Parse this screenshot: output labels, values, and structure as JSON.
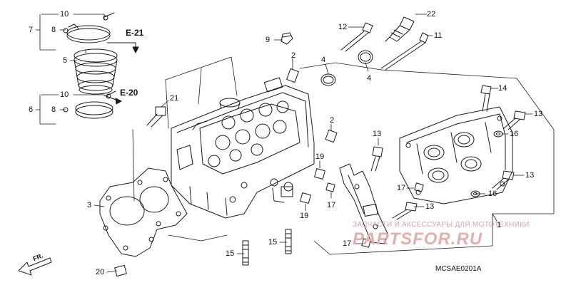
{
  "part_labels": [
    {
      "id": "l10a",
      "text": "10"
    },
    {
      "id": "l7",
      "text": "7"
    },
    {
      "id": "l8a",
      "text": "8"
    },
    {
      "id": "l5",
      "text": "5"
    },
    {
      "id": "l10b",
      "text": "10"
    },
    {
      "id": "l6",
      "text": "6"
    },
    {
      "id": "l8b",
      "text": "8"
    },
    {
      "id": "l9",
      "text": "9"
    },
    {
      "id": "l12",
      "text": "12"
    },
    {
      "id": "l22",
      "text": "22"
    },
    {
      "id": "l11",
      "text": "11"
    },
    {
      "id": "l2a",
      "text": "2"
    },
    {
      "id": "l4a",
      "text": "4"
    },
    {
      "id": "l4b",
      "text": "4"
    },
    {
      "id": "l21",
      "text": "21"
    },
    {
      "id": "l14",
      "text": "14"
    },
    {
      "id": "l13a",
      "text": "13"
    },
    {
      "id": "l2b",
      "text": "2"
    },
    {
      "id": "l13b",
      "text": "13"
    },
    {
      "id": "l16a",
      "text": "16"
    },
    {
      "id": "l19a",
      "text": "19"
    },
    {
      "id": "l17a",
      "text": "17"
    },
    {
      "id": "l13c",
      "text": "13"
    },
    {
      "id": "l17b",
      "text": "17"
    },
    {
      "id": "l16b",
      "text": "16"
    },
    {
      "id": "l3",
      "text": "3"
    },
    {
      "id": "l19b",
      "text": "19"
    },
    {
      "id": "l13d",
      "text": "13"
    },
    {
      "id": "l1",
      "text": "1"
    },
    {
      "id": "l15a",
      "text": "15"
    },
    {
      "id": "l15b",
      "text": "15"
    },
    {
      "id": "l17c",
      "text": "17"
    },
    {
      "id": "l20",
      "text": "20"
    }
  ],
  "references": {
    "e21": "E-21",
    "e20": "E-20"
  },
  "direction_marker": "FR.",
  "diagram_code": "MCSAE0201A",
  "watermark": {
    "line1": "ЗАПЧАСТИ И АКСЕССУАРЫ ДЛЯ МОТОТЕХНИКИ",
    "line2": "PARTSFOR.RU"
  }
}
